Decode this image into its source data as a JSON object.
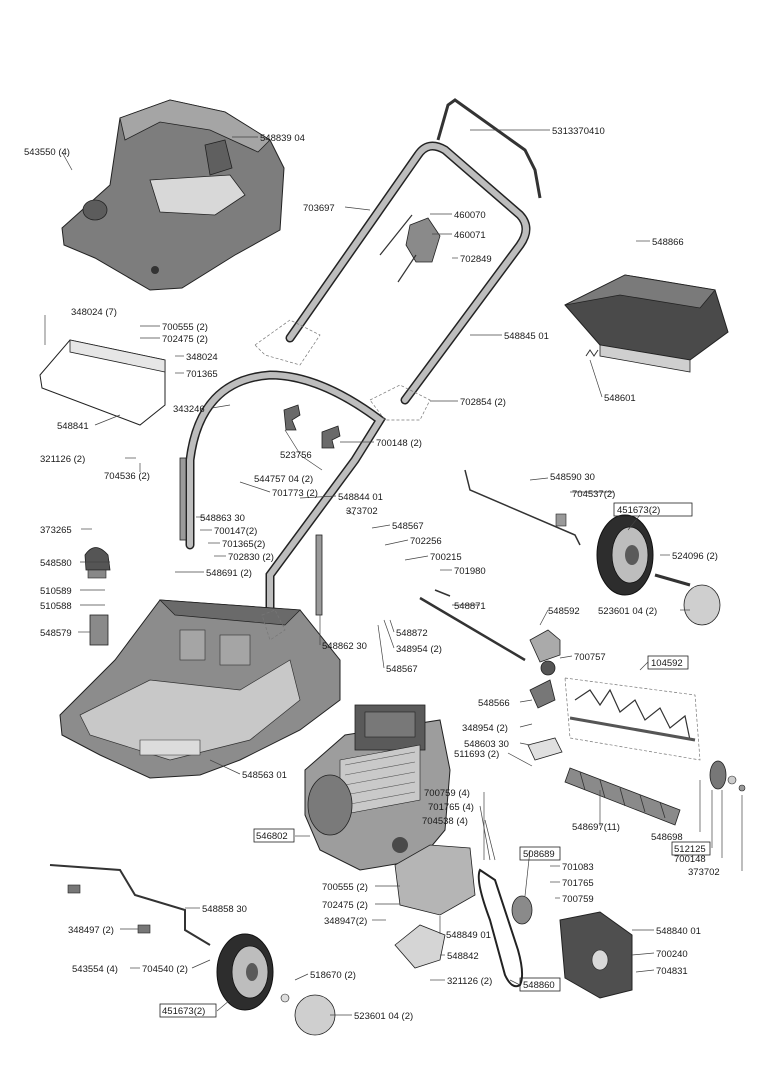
{
  "parts": {
    "p_543550": "543550 (4)",
    "p_548839": "548839 04",
    "p_5313370410": "5313370410",
    "p_703697": "703697",
    "p_460070": "460070",
    "p_460071": "460071",
    "p_702849": "702849",
    "p_548866": "548866",
    "p_348024_7": "348024 (7)",
    "p_700555_2a": "700555 (2)",
    "p_702475_2a": "702475 (2)",
    "p_348024": "348024",
    "p_701365": "701365",
    "p_548845": "548845 01",
    "p_343246": "343246",
    "p_548841": "548841",
    "p_548601": "548601",
    "p_702854": "702854 (2)",
    "p_700148_2": "700148 (2)",
    "p_523756": "523756",
    "p_321126_a": "321126 (2)",
    "p_704536": "704536 (2)",
    "p_544757": "544757 04 (2)",
    "p_701773": "701773 (2)",
    "p_548590": "548590 30",
    "p_704537": "704537(2)",
    "p_451673_a": "451673(2)",
    "p_548844": "548844 01",
    "p_373702_a": "373702",
    "p_548863": "548863 30",
    "p_548567_a": "548567",
    "p_373265": "373265",
    "p_700147": "700147(2)",
    "p_701365_2": "701365(2)",
    "p_702256": "702256",
    "p_702830": "702830 (2)",
    "p_700215": "700215",
    "p_524096": "524096 (2)",
    "p_548580": "548580",
    "p_548691": "548691 (2)",
    "p_701980": "701980",
    "p_510589": "510589",
    "p_510588": "510588",
    "p_548871": "548871",
    "p_548592": "548592",
    "p_523601_a": "523601 04 (2)",
    "p_548579": "548579",
    "p_548872": "548872",
    "p_548862": "548862 30",
    "p_348954_a": "348954 (2)",
    "p_700757": "700757",
    "p_104592": "104592",
    "p_548567_b": "548567",
    "p_548566": "548566",
    "p_348954_b": "348954 (2)",
    "p_548603": "548603 30",
    "p_511693": "511693 (2)",
    "p_548563": "548563 01",
    "p_700759_4": "700759 (4)",
    "p_701765_4": "701765 (4)",
    "p_704538": "704538 (4)",
    "p_548697": "548697(11)",
    "p_548698": "548698",
    "p_512125": "512125",
    "p_700148": "700148",
    "p_546802": "546802",
    "p_373702_b": "373702",
    "p_508689": "508689",
    "p_701083": "701083",
    "p_701765": "701765",
    "p_700555_2b": "700555 (2)",
    "p_700759": "700759",
    "p_548858": "548858 30",
    "p_702475_2b": "702475 (2)",
    "p_348497": "348497 (2)",
    "p_348947": "348947(2)",
    "p_548849": "548849 01",
    "p_548840": "548840 01",
    "p_700240": "700240",
    "p_543554": "543554 (4)",
    "p_704540": "704540 (2)",
    "p_548842": "548842",
    "p_704831": "704831",
    "p_518670": "518670 (2)",
    "p_321126_b": "321126 (2)",
    "p_548860": "548860",
    "p_451673_b": "451673(2)",
    "p_523601_b": "523601 04 (2)"
  }
}
